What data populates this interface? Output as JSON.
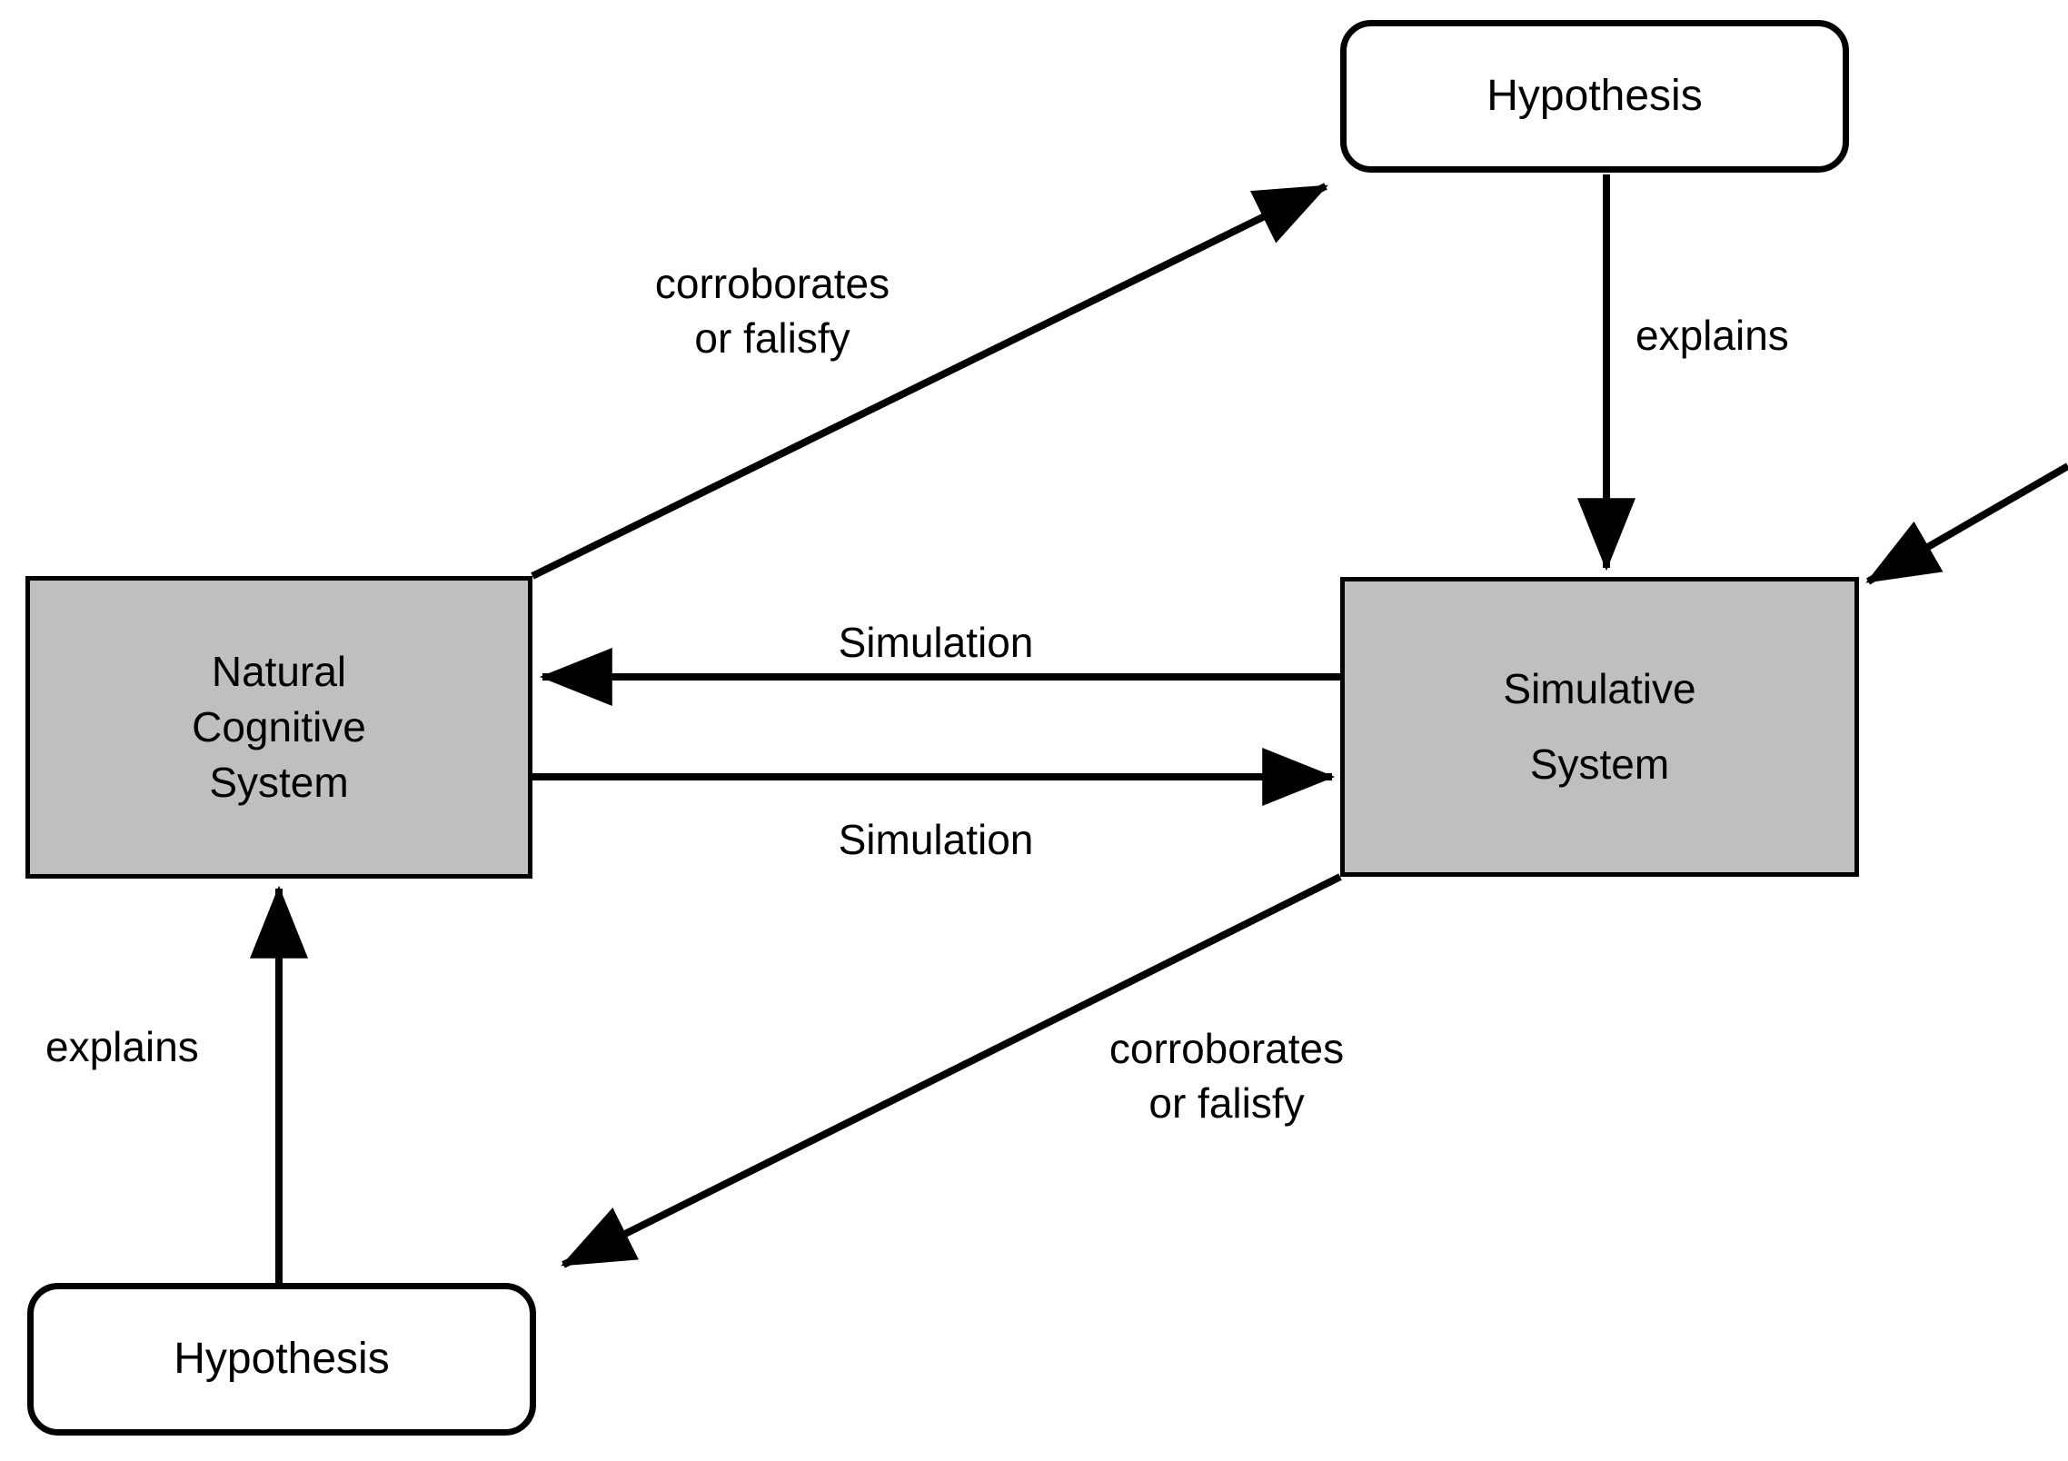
{
  "diagram": {
    "title": "Simulation and hypothesis cycle between natural cognitive system and simulative system",
    "background_color": "#ffffff",
    "stroke_color": "#000000",
    "node_fill_process": "#bfbfbf",
    "node_fill_terminal": "#ffffff",
    "nodes": [
      {
        "id": "natural-cognitive-system",
        "shape": "rectangle",
        "lines": [
          "Natural",
          "Cognitive",
          "System"
        ]
      },
      {
        "id": "simulative-system",
        "shape": "rectangle",
        "lines": [
          "Simulative",
          "System"
        ]
      },
      {
        "id": "hypothesis-top",
        "shape": "rounded-rectangle",
        "lines": [
          "Hypothesis"
        ]
      },
      {
        "id": "hypothesis-bottom",
        "shape": "rounded-rectangle",
        "lines": [
          "Hypothesis"
        ]
      }
    ],
    "edges": [
      {
        "id": "ncs-to-hypothesis-top",
        "from": "natural-cognitive-system",
        "to": "hypothesis-top",
        "label_lines": [
          "corroborates",
          "or falisfy"
        ]
      },
      {
        "id": "hypothesis-top-to-simulative-system",
        "from": "hypothesis-top",
        "to": "simulative-system",
        "label_lines": [
          "explains"
        ]
      },
      {
        "id": "simulative-system-to-ncs",
        "from": "simulative-system",
        "to": "natural-cognitive-system",
        "label_lines": [
          "Simulation"
        ]
      },
      {
        "id": "ncs-to-simulative-system",
        "from": "natural-cognitive-system",
        "to": "simulative-system",
        "label_lines": [
          "Simulation"
        ]
      },
      {
        "id": "simulative-system-to-hypothesis-bottom",
        "from": "simulative-system",
        "to": "hypothesis-bottom",
        "label_lines": [
          "corroborates",
          "or falisfy"
        ]
      },
      {
        "id": "hypothesis-bottom-to-ncs",
        "from": "hypothesis-bottom",
        "to": "natural-cognitive-system",
        "label_lines": [
          "explains"
        ]
      },
      {
        "id": "external-to-simulative-system",
        "from": "offscreen",
        "to": "simulative-system",
        "label_lines": []
      }
    ]
  }
}
